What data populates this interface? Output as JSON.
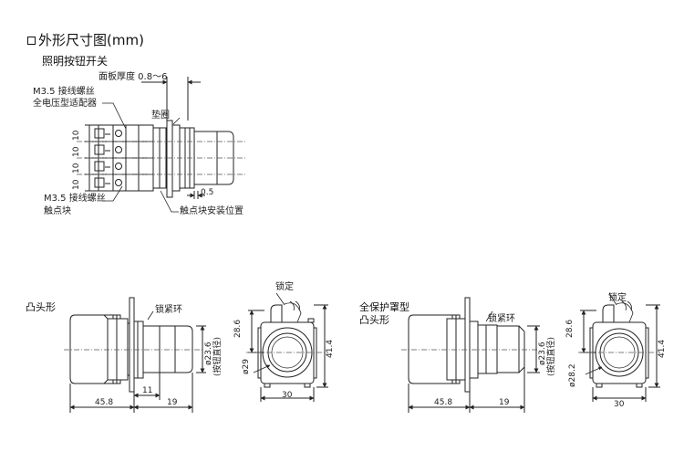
{
  "title": "外形尺寸图(mm)",
  "subtitle": "照明按钮开关",
  "top_diagram": {
    "panel_thickness": "面板厚度 0.8～6",
    "screw_label_1": "M3.5 接线螺丝",
    "adapter_label": "全电压型适配器",
    "gasket_label": "垫圈",
    "screw_label_2": "M3.5 接线螺丝",
    "contact_block_label": "触点块",
    "contact_position_label": "触点块安装位置",
    "dim_05": "0.5",
    "pitch": [
      "10",
      "10",
      "10",
      "10"
    ]
  },
  "convex": {
    "title": "凸头形",
    "ring_label": "锁紧环",
    "dia_label": "ø23.6",
    "dia_note": "(按钮直径)",
    "w_total": "45.8",
    "w_11": "11",
    "w_19": "19"
  },
  "convex_front": {
    "lock_label": "锁定",
    "h_28_6": "28.6",
    "h_41_4": "41.4",
    "dia": "ø29",
    "w_30": "30"
  },
  "guard": {
    "title": "全保护罩型\n凸头形",
    "ring_label": "锁紧环",
    "dia_label": "ø23.6",
    "dia_note": "(按钮直径)",
    "w_total": "45.8",
    "w_19": "19"
  },
  "guard_front": {
    "lock_label": "锁定",
    "h_28_6": "28.6",
    "h_41_4": "41.4",
    "dia": "ø28.2",
    "w_30": "30"
  },
  "colors": {
    "line": "#222222",
    "center": "#555555",
    "background": "#ffffff"
  }
}
